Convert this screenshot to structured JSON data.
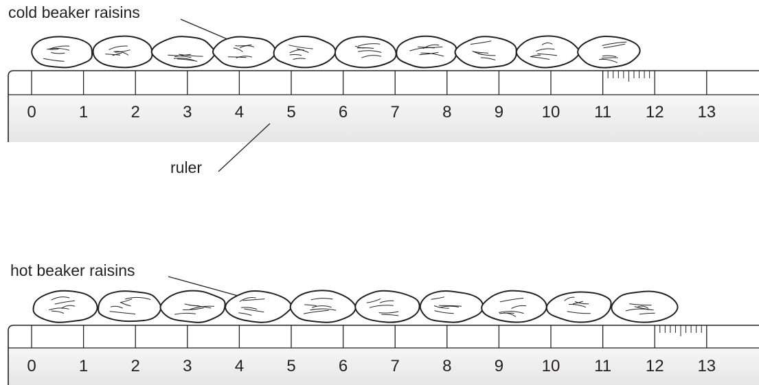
{
  "cold": {
    "label": "cold beaker raisins",
    "ruler_label": "ruler",
    "raisin_count": 10,
    "ticks": [
      "0",
      "1",
      "2",
      "3",
      "4",
      "5",
      "6",
      "7",
      "8",
      "9",
      "10",
      "11",
      "12",
      "13"
    ]
  },
  "hot": {
    "label": "hot beaker raisins",
    "raisin_count": 10,
    "ticks": [
      "0",
      "1",
      "2",
      "3",
      "4",
      "5",
      "6",
      "7",
      "8",
      "9",
      "10",
      "11",
      "12",
      "13"
    ]
  },
  "colors": {
    "ink": "#231f20",
    "ruler_fill": "#ececec",
    "background": "#ffffff"
  },
  "raisin_icon": "raisin-icon"
}
